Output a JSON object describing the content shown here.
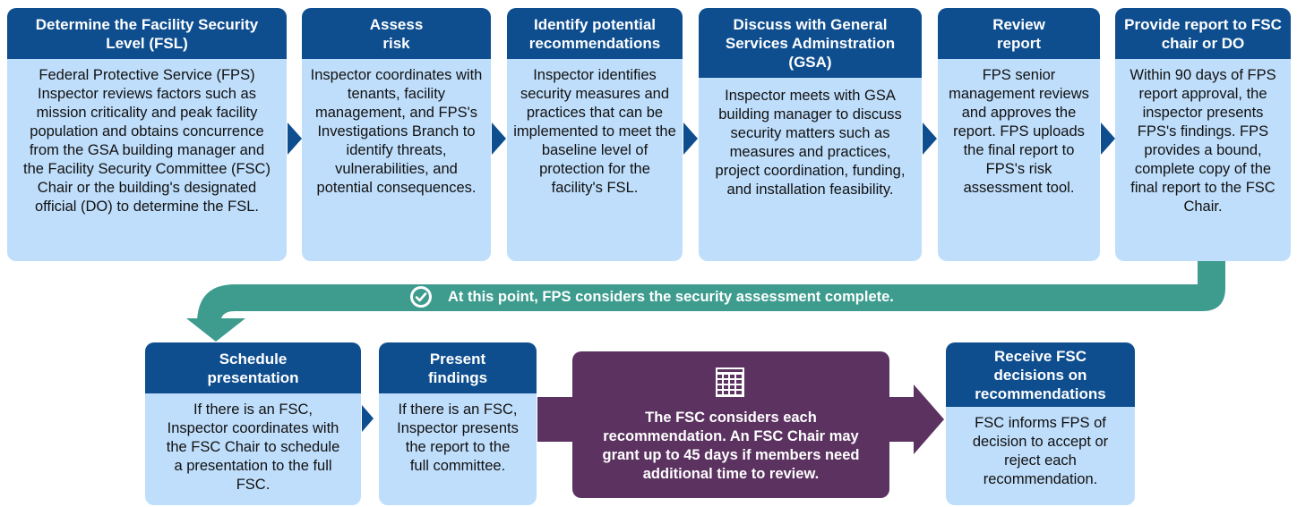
{
  "steps_top": [
    {
      "title": "Determine the Facility Security Level (FSL)",
      "body": "Federal Protective Service (FPS) Inspector reviews factors such as mission criticality and peak facility population and obtains concurrence from the GSA building manager and the Facility Security Committee (FSC) Chair or the building's designated official (DO) to determine the FSL."
    },
    {
      "title": "Assess risk",
      "body": "Inspector coordinates with tenants, facility management, and FPS's Investigations Branch to identify threats, vulnerabilities, and potential consequences."
    },
    {
      "title": "Identify potential recommendations",
      "body": "Inspector identifies security measures and practices that can be implemented to meet the baseline level of protection for the facility's FSL."
    },
    {
      "title": "Discuss with General Services Adminstration (GSA)",
      "body": "Inspector meets with GSA building manager to discuss security matters such as measures and practices, project coordination, funding, and installation feasibility."
    },
    {
      "title": "Review report",
      "body": "FPS senior management reviews and approves the report. FPS uploads the final report to FPS's risk assessment tool."
    },
    {
      "title": "Provide report to FSC chair or DO",
      "body": "Within 90 days of FPS report approval, the inspector presents FPS's findings. FPS provides a bound, complete copy of the final report to the FSC Chair."
    }
  ],
  "banner": {
    "text": "At this point, FPS considers the security assessment complete."
  },
  "steps_bottom": [
    {
      "title": "Schedule presentation",
      "body": "If there is an FSC, Inspector coordinates with the FSC Chair to schedule a presentation to the full FSC."
    },
    {
      "title": "Present findings",
      "body": "If there is an FSC, Inspector presents the report to the full committee."
    }
  ],
  "fsc_step": {
    "text": "The FSC considers each recommendation. An FSC Chair may grant up to 45 days if members need additional time to review.",
    "icon": "calendar-icon"
  },
  "final_step": {
    "title": "Receive FSC decisions on recommendations",
    "body": "FSC informs FPS of decision to accept or reject each recommendation."
  },
  "colors": {
    "header": "#0e4e8f",
    "card": "#bfdefb",
    "banner": "#3e9c8f",
    "fsc": "#5b3260",
    "arrow_purple": "#5b3260"
  }
}
